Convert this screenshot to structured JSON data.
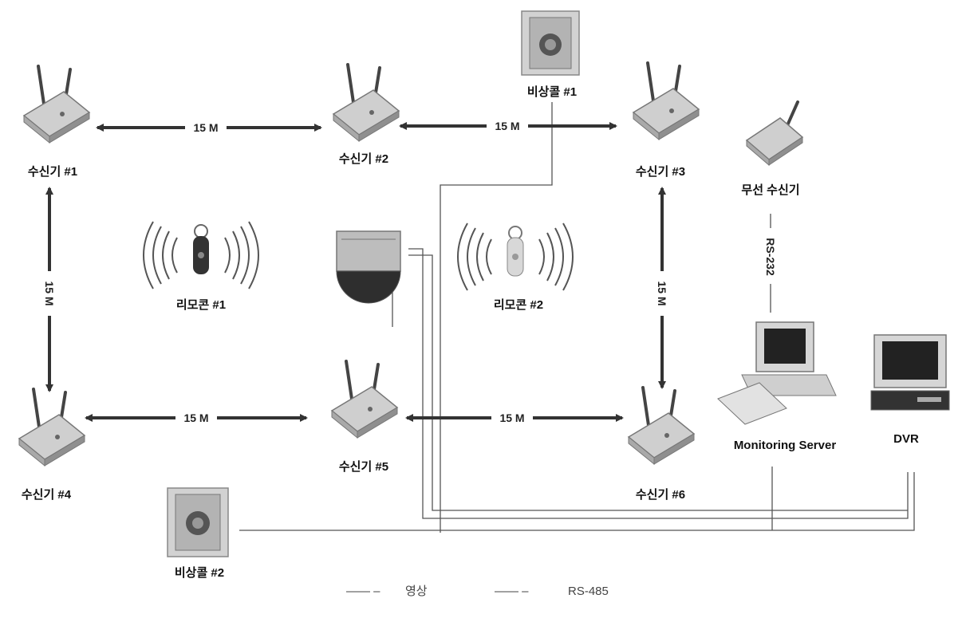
{
  "receivers": [
    {
      "label": "수신기 #1"
    },
    {
      "label": "수신기 #2"
    },
    {
      "label": "수신기 #3"
    },
    {
      "label": "수신기 #4"
    },
    {
      "label": "수신기 #5"
    },
    {
      "label": "수신기 #6"
    }
  ],
  "wireless_receiver": {
    "label": "무선 수신기"
  },
  "emergency_bells": [
    {
      "label": "비상콜 #1"
    },
    {
      "label": "비상콜 #2"
    }
  ],
  "remotes": [
    {
      "label": "리모콘 #1"
    },
    {
      "label": "리모콘 #2"
    }
  ],
  "server": {
    "label": "Monitoring Server"
  },
  "dvr": {
    "label": "DVR"
  },
  "distances": {
    "r1_r2": "15 M",
    "r2_r3": "15 M",
    "r1_r4": "15 M",
    "r3_r6": "15 M",
    "r4_r5": "15 M",
    "r5_r6": "15 M"
  },
  "rs232_label": "RS-232",
  "legend": {
    "video_dash": "—— –",
    "video_label": "영상",
    "rs485_dash": "—— –",
    "rs485_label": "RS-485"
  }
}
